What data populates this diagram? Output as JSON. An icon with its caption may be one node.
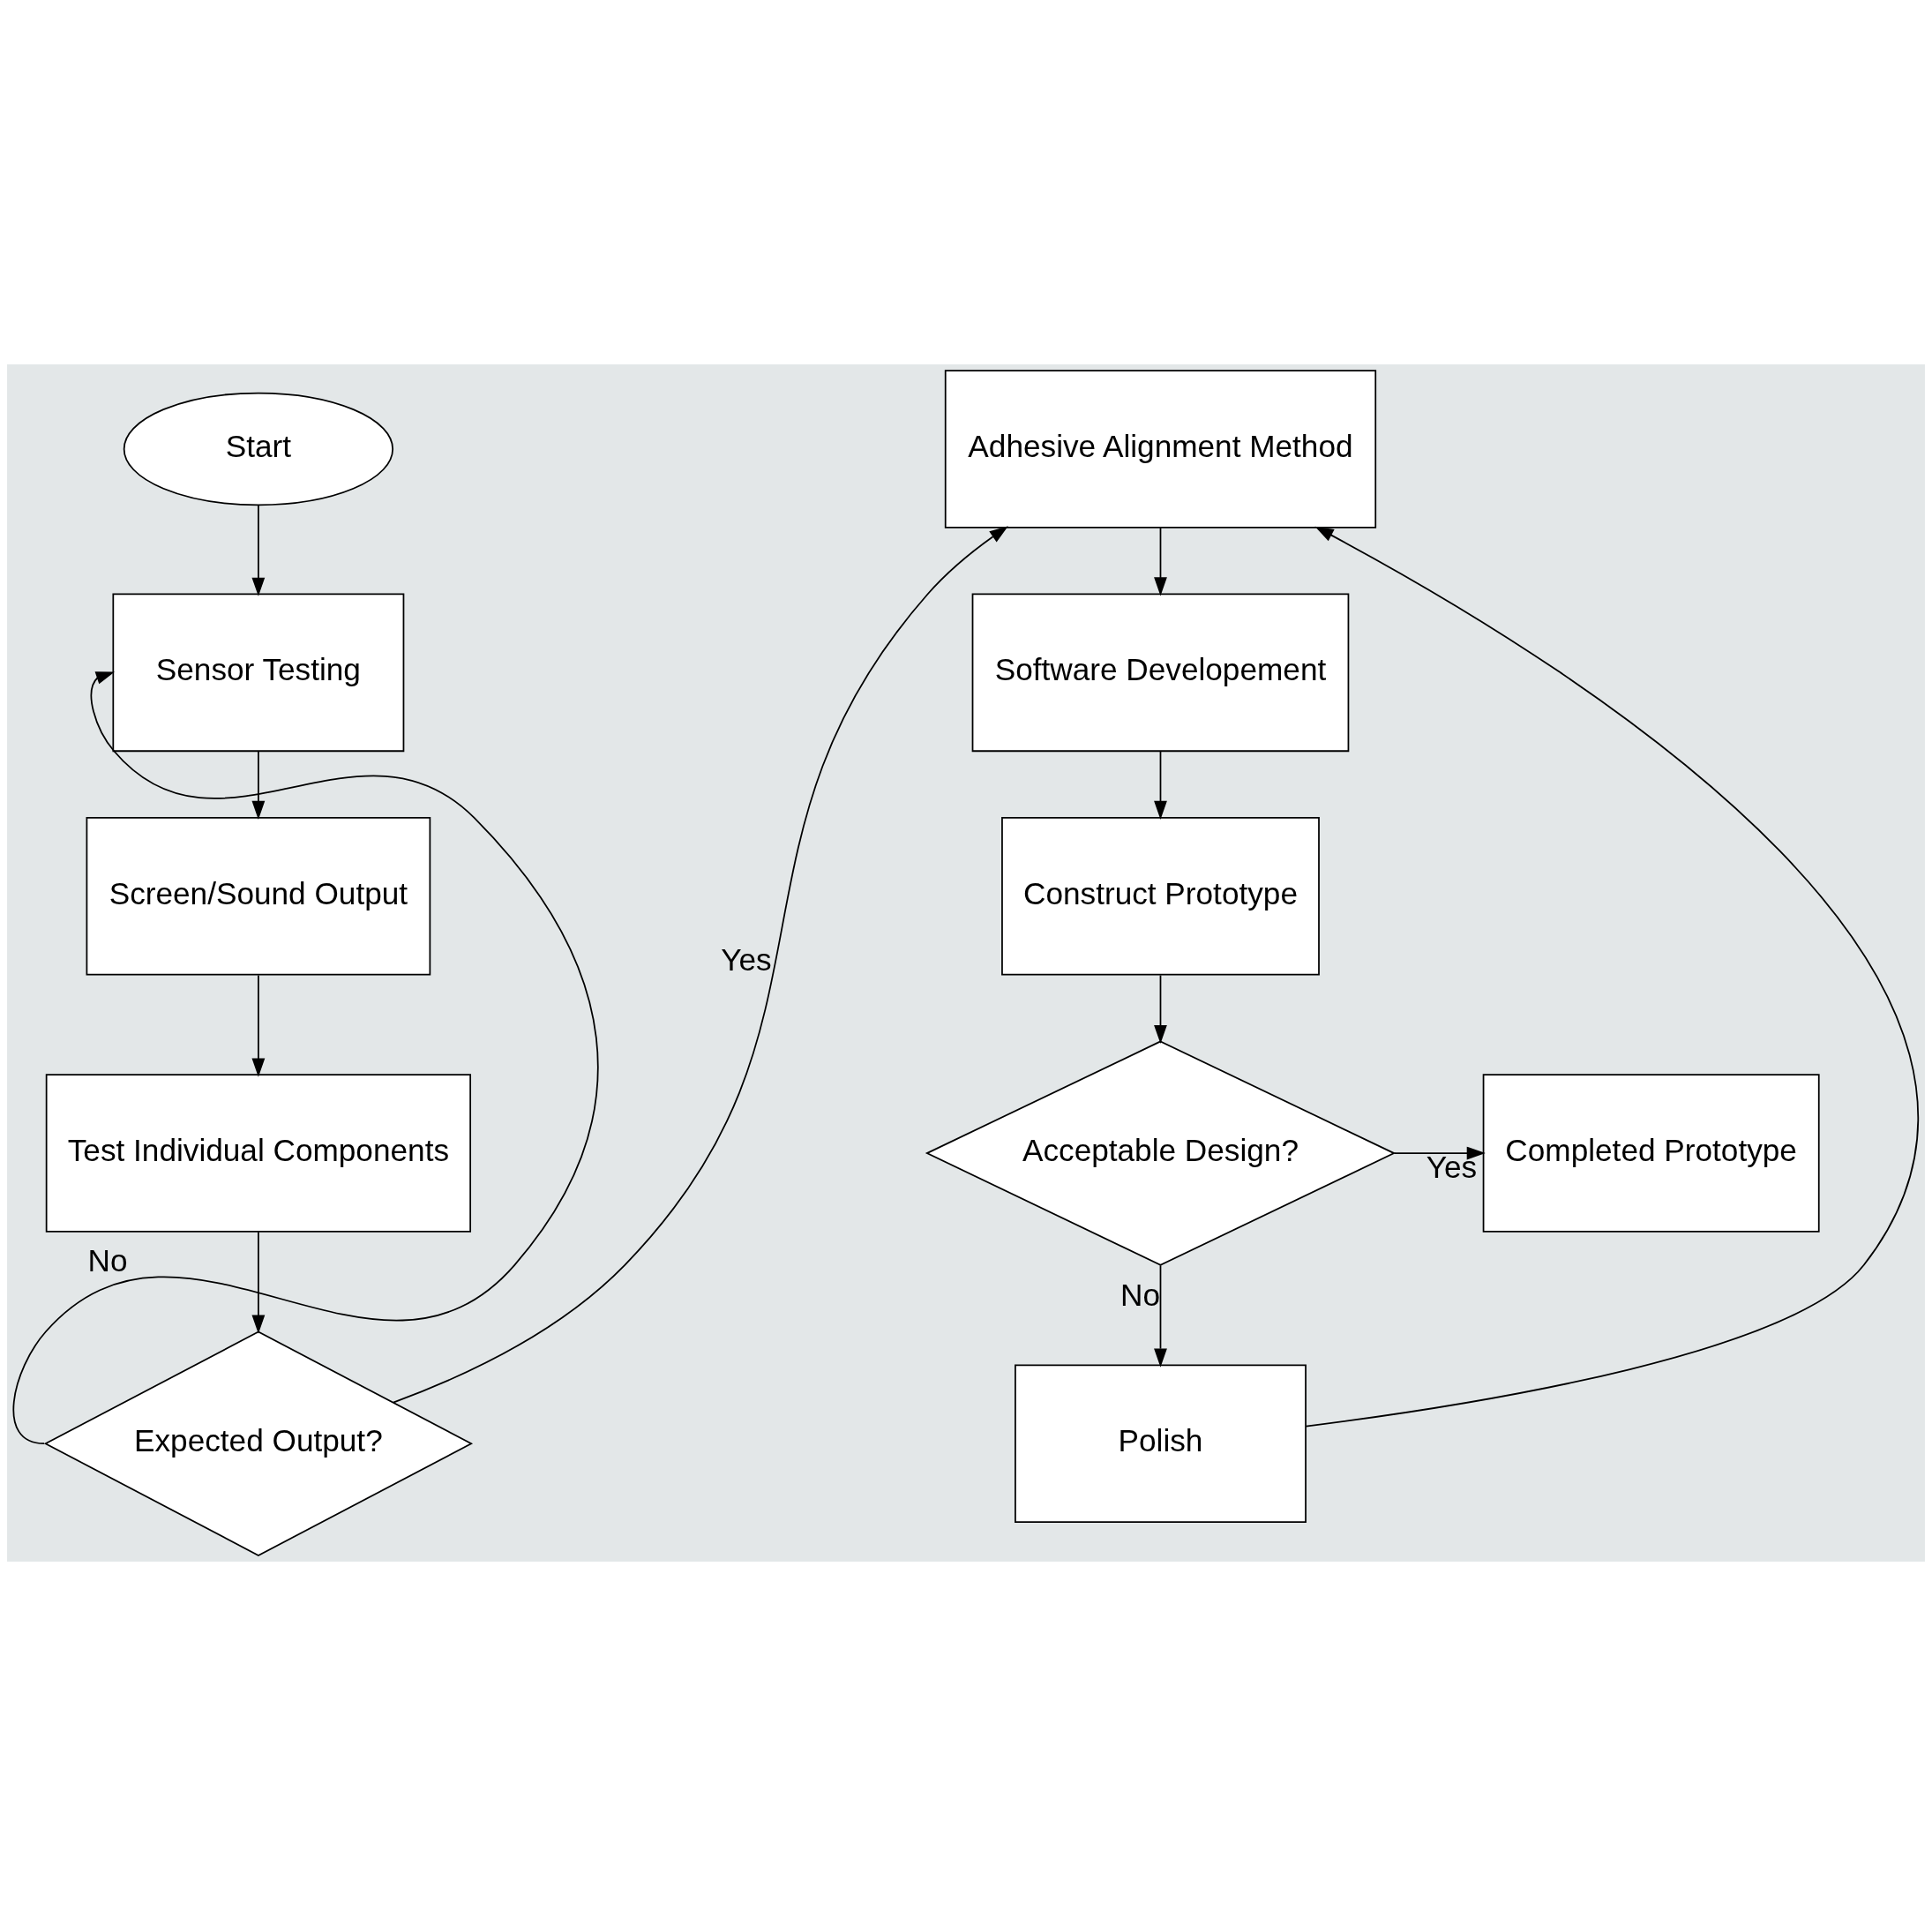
{
  "diagram": {
    "nodes": [
      {
        "text": [
          "Start"
        ]
      },
      {
        "text": [
          "Sensor Testing"
        ]
      },
      {
        "text": [
          "Screen/Sound Output"
        ]
      },
      {
        "text": [
          "Test Individual Components"
        ]
      },
      {
        "text": [
          "Expected Output?"
        ]
      },
      {
        "text": [
          "Adhesive Alignment Method"
        ]
      },
      {
        "text": [
          "Software Developement"
        ]
      },
      {
        "text": [
          "Construct Prototype"
        ]
      },
      {
        "text": [
          "Acceptable Design?"
        ]
      },
      {
        "text": [
          "Completed Prototype"
        ]
      },
      {
        "text": [
          "Polish"
        ]
      }
    ],
    "edges": [
      {
        "from": 0,
        "to": 1,
        "arrow": "to"
      },
      {
        "from": 1,
        "to": 2,
        "arrow": "to"
      },
      {
        "from": 2,
        "to": 3,
        "arrow": "to"
      },
      {
        "from": 3,
        "to": 4,
        "arrow": "to"
      },
      {
        "from": 4,
        "to": 1,
        "arrow": "to",
        "label": "No"
      },
      {
        "from": 4,
        "to": 5,
        "arrow": "to",
        "label": "Yes"
      },
      {
        "from": 5,
        "to": 6,
        "arrow": "to"
      },
      {
        "from": 6,
        "to": 7,
        "arrow": "to"
      },
      {
        "from": 7,
        "to": 8,
        "arrow": "to"
      },
      {
        "from": 8,
        "to": 9,
        "arrow": "to",
        "label": "Yes"
      },
      {
        "from": 8,
        "to": 10,
        "arrow": "to",
        "label": "No"
      },
      {
        "from": 10,
        "to": 5,
        "arrow": "to"
      }
    ]
  }
}
